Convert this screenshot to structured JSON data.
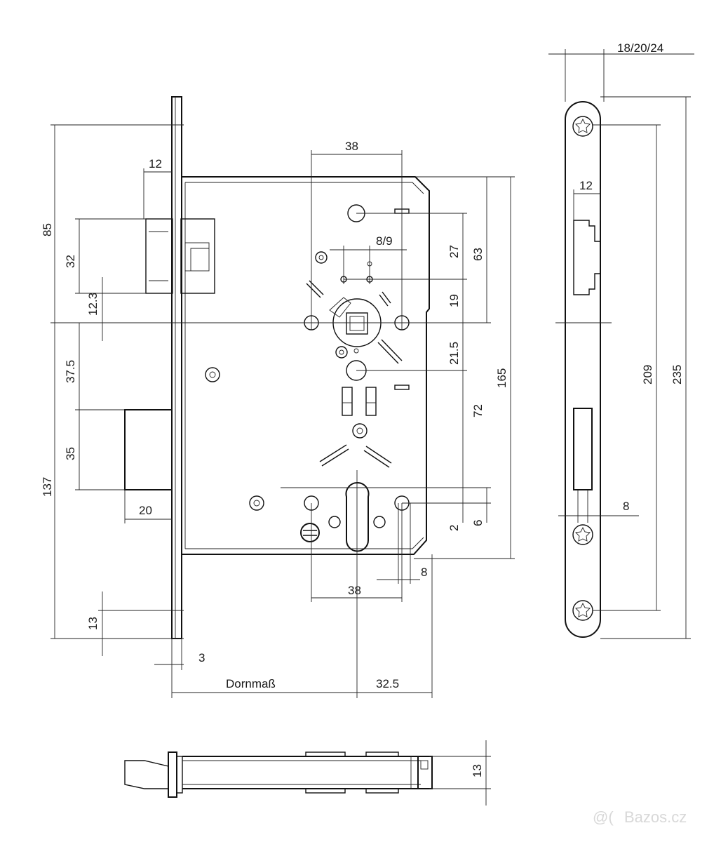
{
  "drawing": {
    "labels": {
      "d18_20_24": "18/20/24",
      "d38_top": "38",
      "d12_left": "12",
      "d85": "85",
      "d32": "32",
      "d12_3": "12.3",
      "d8_9": "8/9",
      "d27": "27",
      "d63": "63",
      "d19": "19",
      "d21_5": "21.5",
      "d165": "165",
      "d37_5": "37.5",
      "d72": "72",
      "d35": "35",
      "d137": "137",
      "d20": "20",
      "d2": "2",
      "d6": "6",
      "d8_bottom": "8",
      "d38_bottom": "38",
      "d13_left": "13",
      "d3": "3",
      "dornmass": "Dornmaß",
      "d32_5": "32.5",
      "d12_plate": "12",
      "d209": "209",
      "d235": "235",
      "d8_plate": "8",
      "d13_side": "13"
    },
    "watermark": "Bazos.cz"
  }
}
